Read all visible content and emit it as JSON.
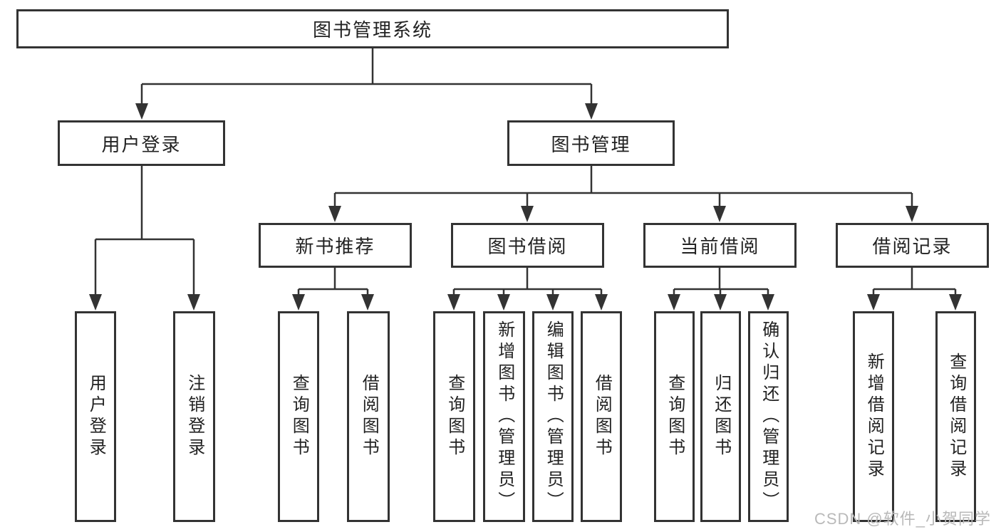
{
  "tree": {
    "root": "图书管理系统",
    "level2": [
      "用户登录",
      "图书管理"
    ],
    "level3": [
      "新书推荐",
      "图书借阅",
      "当前借阅",
      "借阅记录"
    ],
    "leaves_user_login": [
      "用户登录",
      "注销登录"
    ],
    "leaves_new_books": [
      "查询图书",
      "借阅图书"
    ],
    "leaves_book_borrow": [
      "查询图书",
      "新增图书（管理员）",
      "编辑图书（管理员）",
      "借阅图书"
    ],
    "leaves_current_borrow": [
      "查询图书",
      "归还图书",
      "确认归还（管理员）"
    ],
    "leaves_borrow_records": [
      "新增借阅记录",
      "查询借阅记录"
    ]
  },
  "watermark": "CSDN @软件_小贺同学",
  "colors": {
    "line": "#333333",
    "text": "#222222",
    "box_background": "#ffffff",
    "watermark": "#b9b9b9"
  }
}
